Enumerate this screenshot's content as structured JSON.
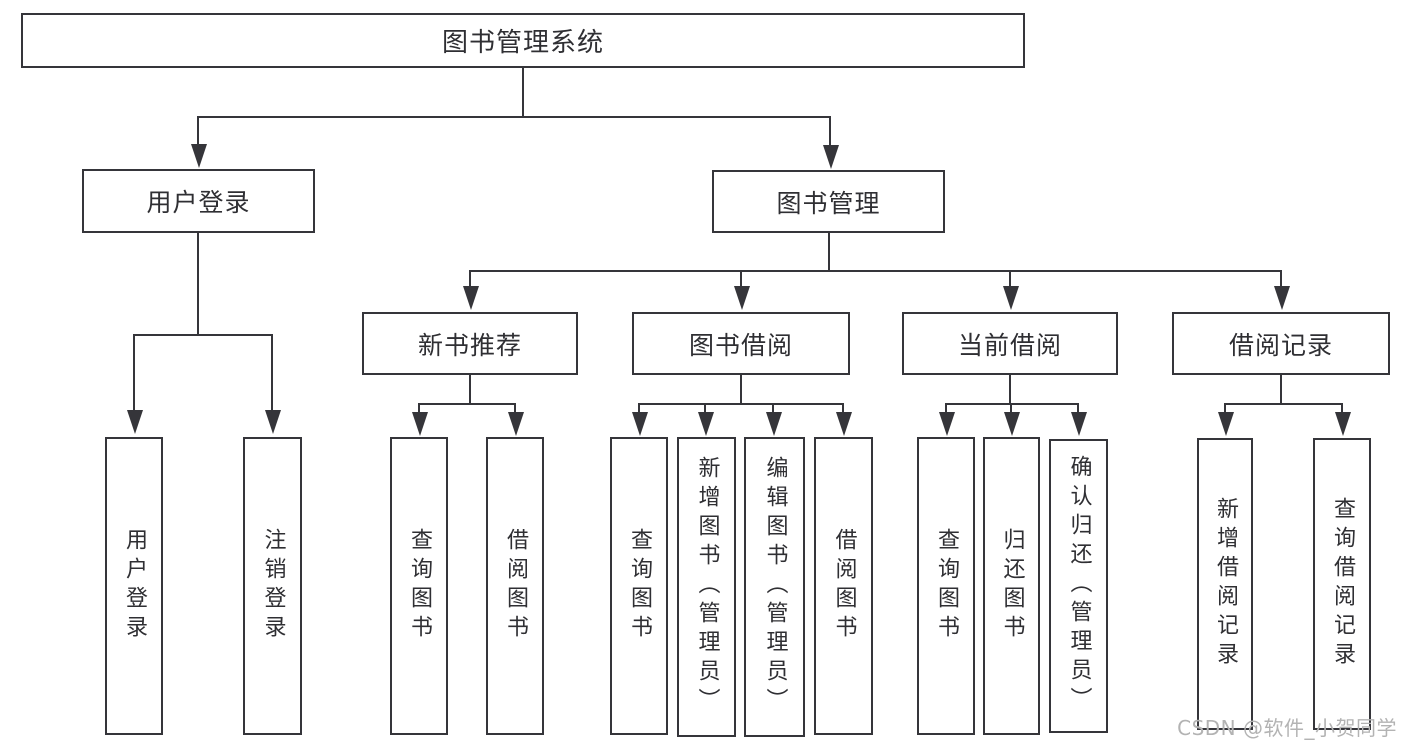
{
  "diagram": {
    "root": {
      "label": "图书管理系统"
    },
    "branches": [
      {
        "label": "用户登录",
        "children": [
          {
            "label": "用户登录"
          },
          {
            "label": "注销登录"
          }
        ]
      },
      {
        "label": "图书管理",
        "children": [
          {
            "label": "新书推荐",
            "children": [
              {
                "label": "查询图书"
              },
              {
                "label": "借阅图书"
              }
            ]
          },
          {
            "label": "图书借阅",
            "children": [
              {
                "label": "查询图书"
              },
              {
                "label": "新增图书（管理员）"
              },
              {
                "label": "编辑图书（管理员）"
              },
              {
                "label": "借阅图书"
              }
            ]
          },
          {
            "label": "当前借阅",
            "children": [
              {
                "label": "查询图书"
              },
              {
                "label": "归还图书"
              },
              {
                "label": "确认归还（管理员）"
              }
            ]
          },
          {
            "label": "借阅记录",
            "children": [
              {
                "label": "新增借阅记录"
              },
              {
                "label": "查询借阅记录"
              }
            ]
          }
        ]
      }
    ]
  },
  "watermark": {
    "text": "CSDN @软件_小贺同学"
  },
  "colors": {
    "line": "#35353a",
    "text": "#2f2f33",
    "background": "#ffffff",
    "watermark": "#b3b3b3"
  }
}
